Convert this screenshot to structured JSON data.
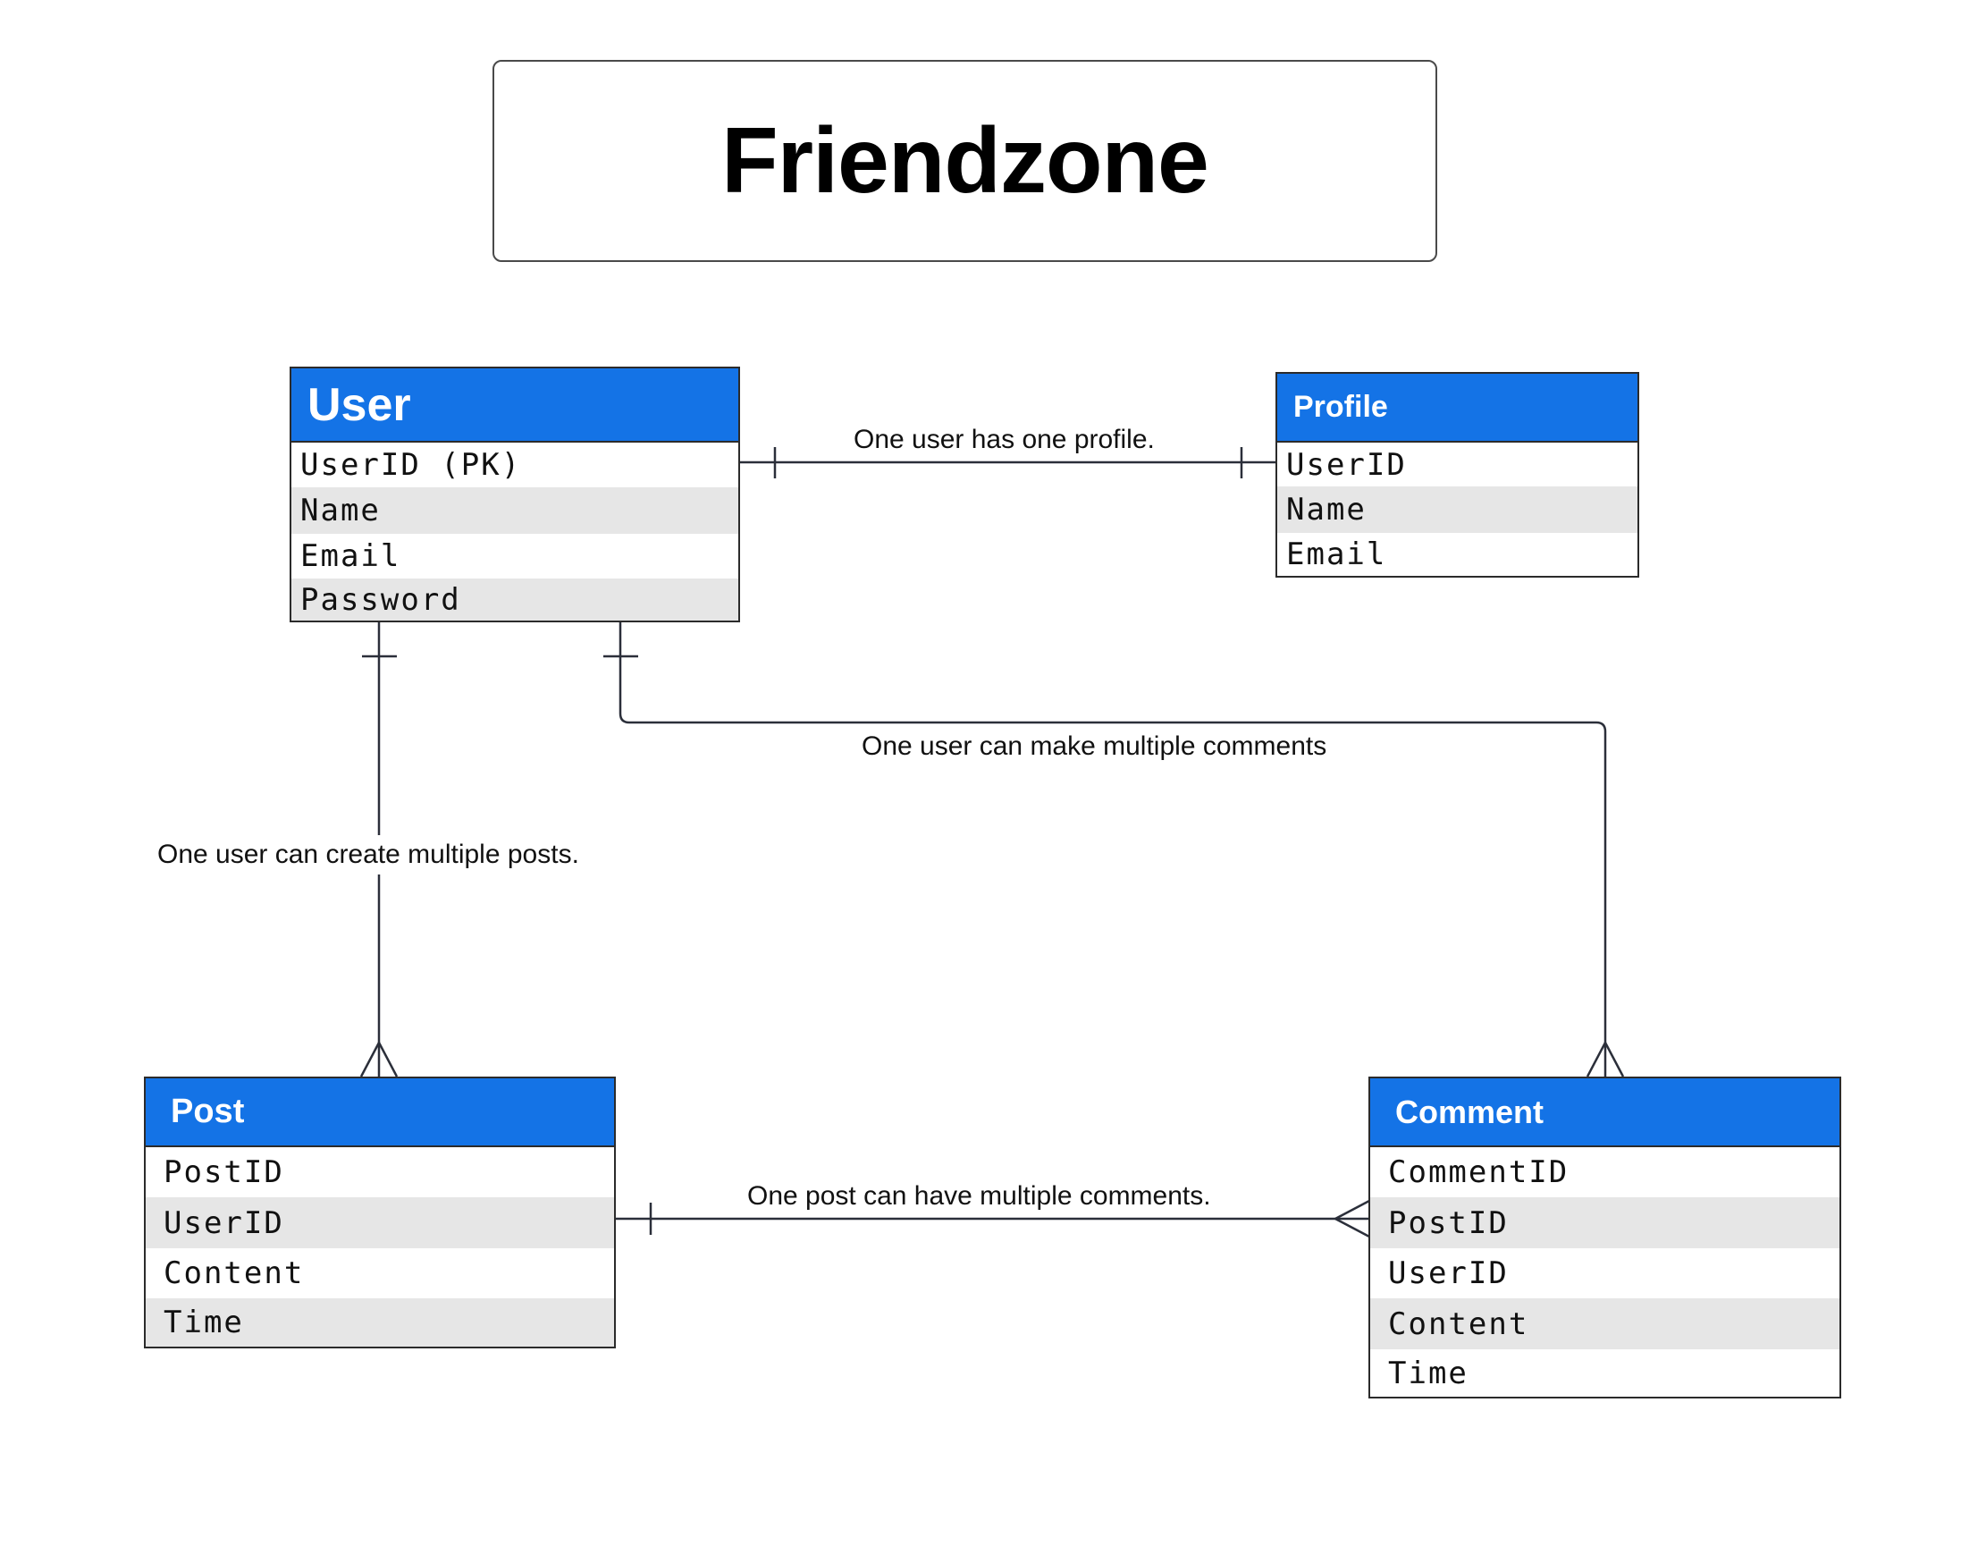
{
  "diagram_title": "Friendzone",
  "entities": {
    "user": {
      "name": "User",
      "fields": [
        "UserID (PK)",
        "Name",
        "Email",
        "Password"
      ]
    },
    "profile": {
      "name": "Profile",
      "fields": [
        "UserID",
        "Name",
        "Email"
      ]
    },
    "post": {
      "name": "Post",
      "fields": [
        "PostID",
        "UserID",
        "Content",
        "Time"
      ]
    },
    "comment": {
      "name": "Comment",
      "fields": [
        "CommentID",
        "PostID",
        "UserID",
        "Content",
        "Time"
      ]
    }
  },
  "relationships": {
    "user_profile": {
      "label": "One user has one profile.",
      "from": "User",
      "to": "Profile",
      "cardinality": "one-to-one"
    },
    "user_post": {
      "label": "One user can create multiple posts.",
      "from": "User",
      "to": "Post",
      "cardinality": "one-to-many"
    },
    "user_comment": {
      "label": "One user can make multiple comments",
      "from": "User",
      "to": "Comment",
      "cardinality": "one-to-many"
    },
    "post_comment": {
      "label": "One post can have multiple comments.",
      "from": "Post",
      "to": "Comment",
      "cardinality": "one-to-many"
    }
  },
  "colors": {
    "header": "#1473e6",
    "line": "#2b2f3a",
    "alt_row": "#e6e6e6"
  }
}
